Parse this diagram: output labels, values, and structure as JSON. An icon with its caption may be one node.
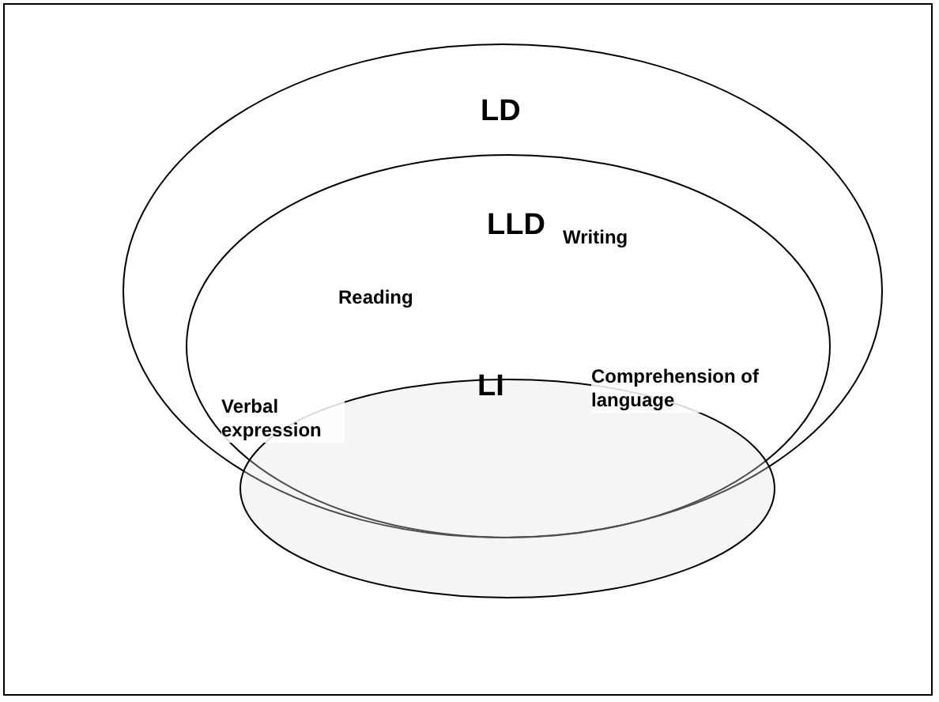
{
  "diagram": {
    "nodes": [
      {
        "text": [
          "LD"
        ]
      },
      {
        "text": [
          "LLD"
        ],
        "in": 0
      },
      {
        "text": [
          "LI"
        ]
      }
    ],
    "edges": [],
    "labels": [
      "Writing",
      "Reading",
      "Comprehension of language",
      "Verbal expression"
    ]
  }
}
